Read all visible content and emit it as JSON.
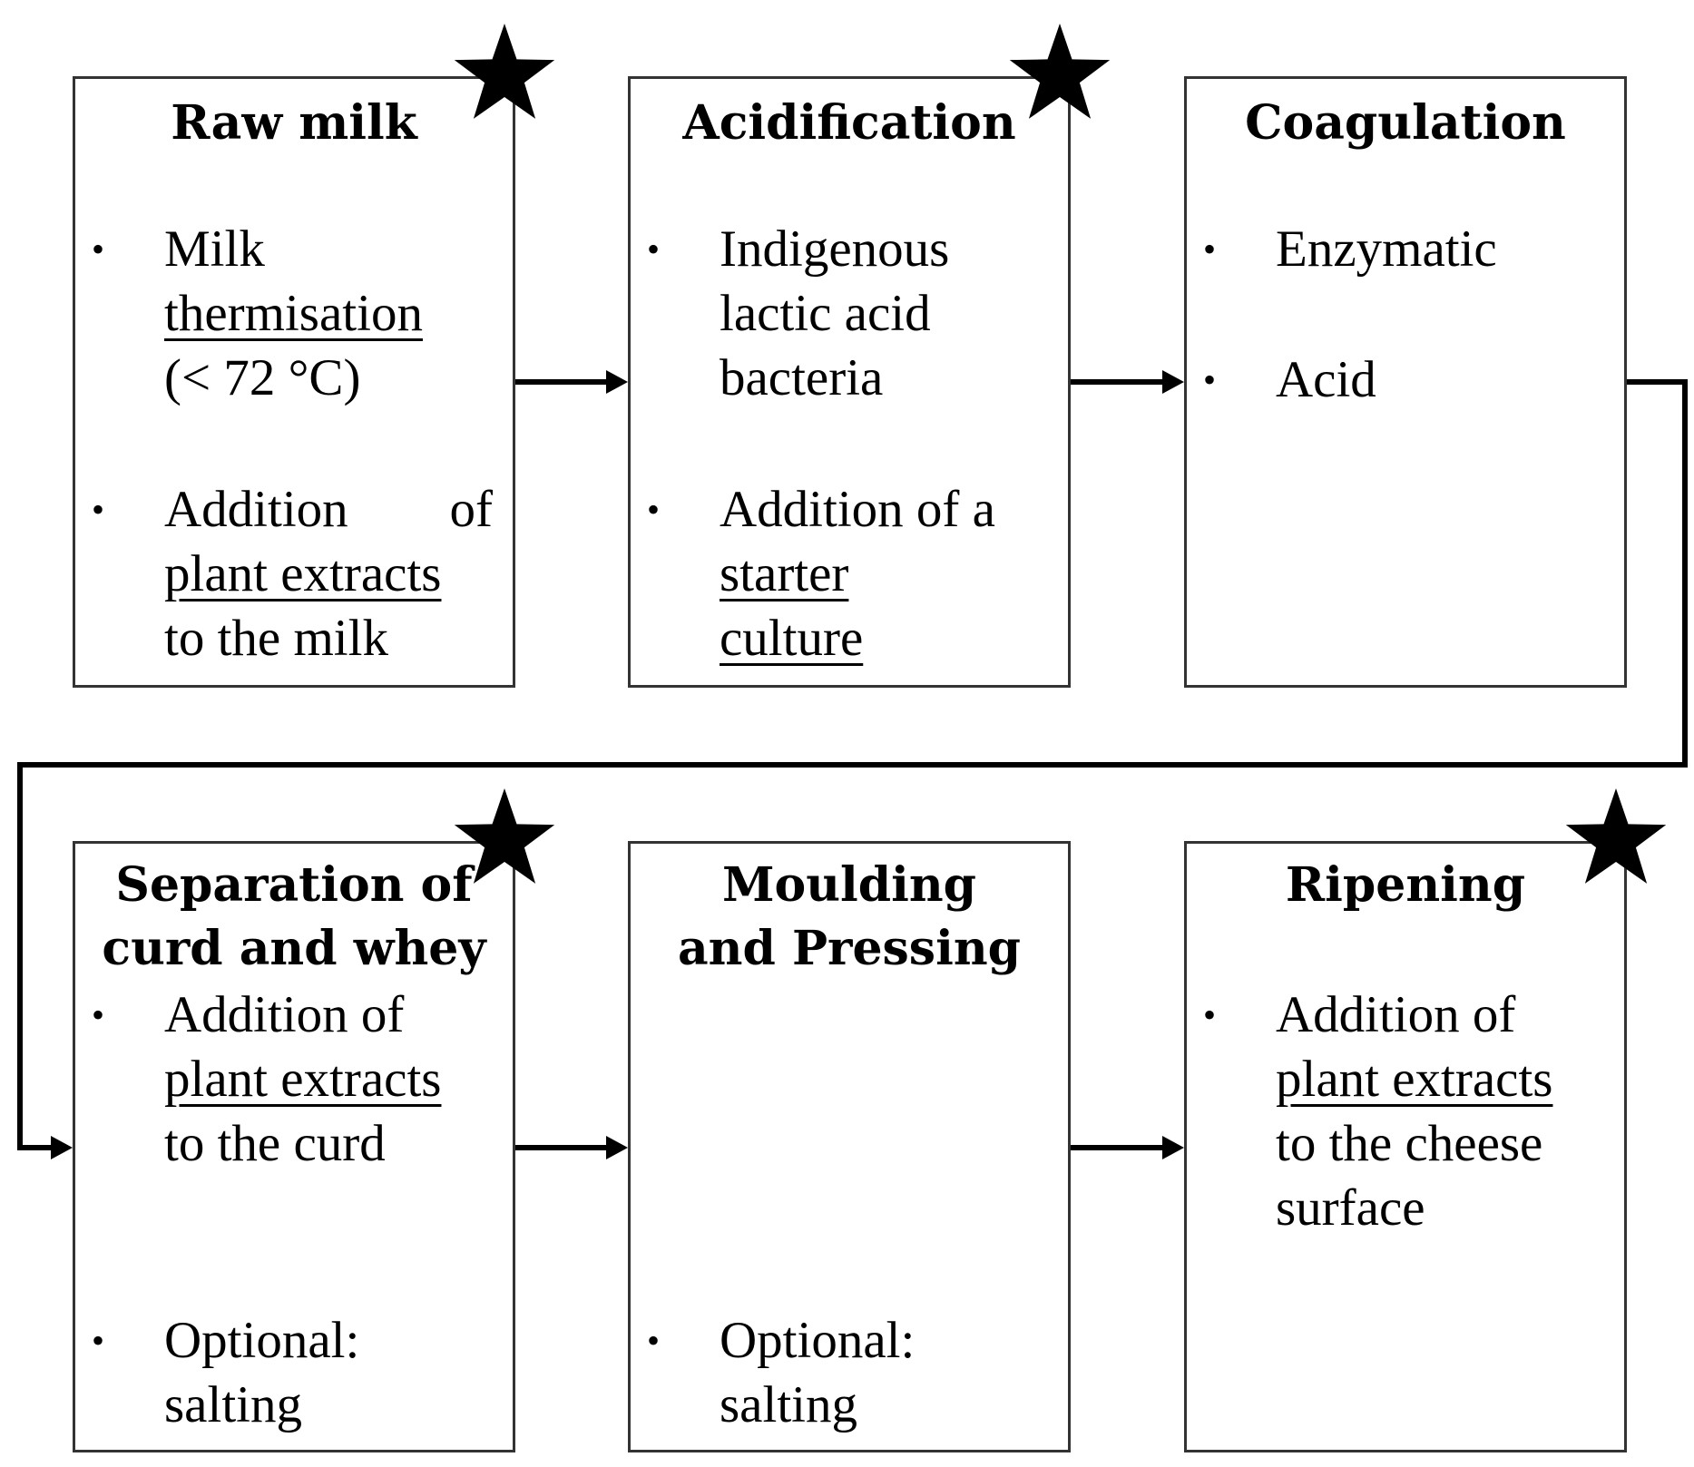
{
  "steps": [
    {
      "title": [
        "Raw milk"
      ],
      "starred": true,
      "items": [
        [
          "Milk",
          "thermisation",
          "(< 72 °C)"
        ],
        [
          "Addition of",
          "plant extracts",
          "to the milk"
        ]
      ]
    },
    {
      "title": [
        "Acidification"
      ],
      "starred": true,
      "items": [
        [
          "Indigenous",
          "lactic acid",
          "bacteria"
        ],
        [
          "Addition of a",
          "starter",
          "culture"
        ]
      ]
    },
    {
      "title": [
        "Coagulation"
      ],
      "starred": false,
      "items": [
        [
          "Enzymatic"
        ],
        [
          "Acid"
        ]
      ]
    },
    {
      "title": [
        "Separation of",
        "curd and whey"
      ],
      "starred": true,
      "items": [
        [
          "Addition of",
          "plant extracts",
          "to the curd"
        ],
        [
          "Optional:",
          "salting"
        ]
      ]
    },
    {
      "title": [
        "Moulding",
        "and Pressing"
      ],
      "starred": false,
      "items": [
        [
          "Optional:",
          "salting"
        ]
      ]
    },
    {
      "title": [
        "Ripening"
      ],
      "starred": true,
      "items": [
        [
          "Addition of",
          "plant extracts",
          "to the cheese",
          "surface"
        ]
      ]
    }
  ],
  "colors": {
    "border": "#333333",
    "text": "#000000",
    "arrow": "#000000",
    "star": "#000000"
  },
  "icons": {
    "star": "star-icon",
    "arrowhead": "arrowhead-icon"
  }
}
